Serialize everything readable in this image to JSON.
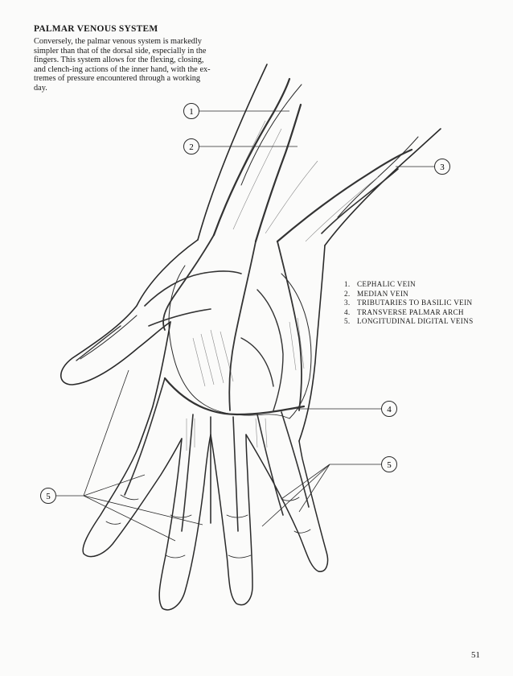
{
  "heading": "PALMAR VENOUS SYSTEM",
  "intro": "Conversely, the palmar venous system is markedly simpler than that of the dorsal side, especially in the fingers. This system allows for the flexing, closing, and clench-ing actions of the inner hand, with the ex-tremes of pressure encountered through a working day.",
  "legend": [
    {
      "number": "1.",
      "label": "CEPHALIC VEIN"
    },
    {
      "number": "2.",
      "label": "MEDIAN VEIN"
    },
    {
      "number": "3.",
      "label": "TRIBUTARIES TO BASILIC VEIN"
    },
    {
      "number": "4.",
      "label": "TRANSVERSE PALMAR ARCH"
    },
    {
      "number": "5.",
      "label": "LONGITUDINAL DIGITAL VEINS"
    }
  ],
  "callouts": [
    "1",
    "2",
    "3",
    "4",
    "5",
    "5"
  ],
  "page_number": "51"
}
